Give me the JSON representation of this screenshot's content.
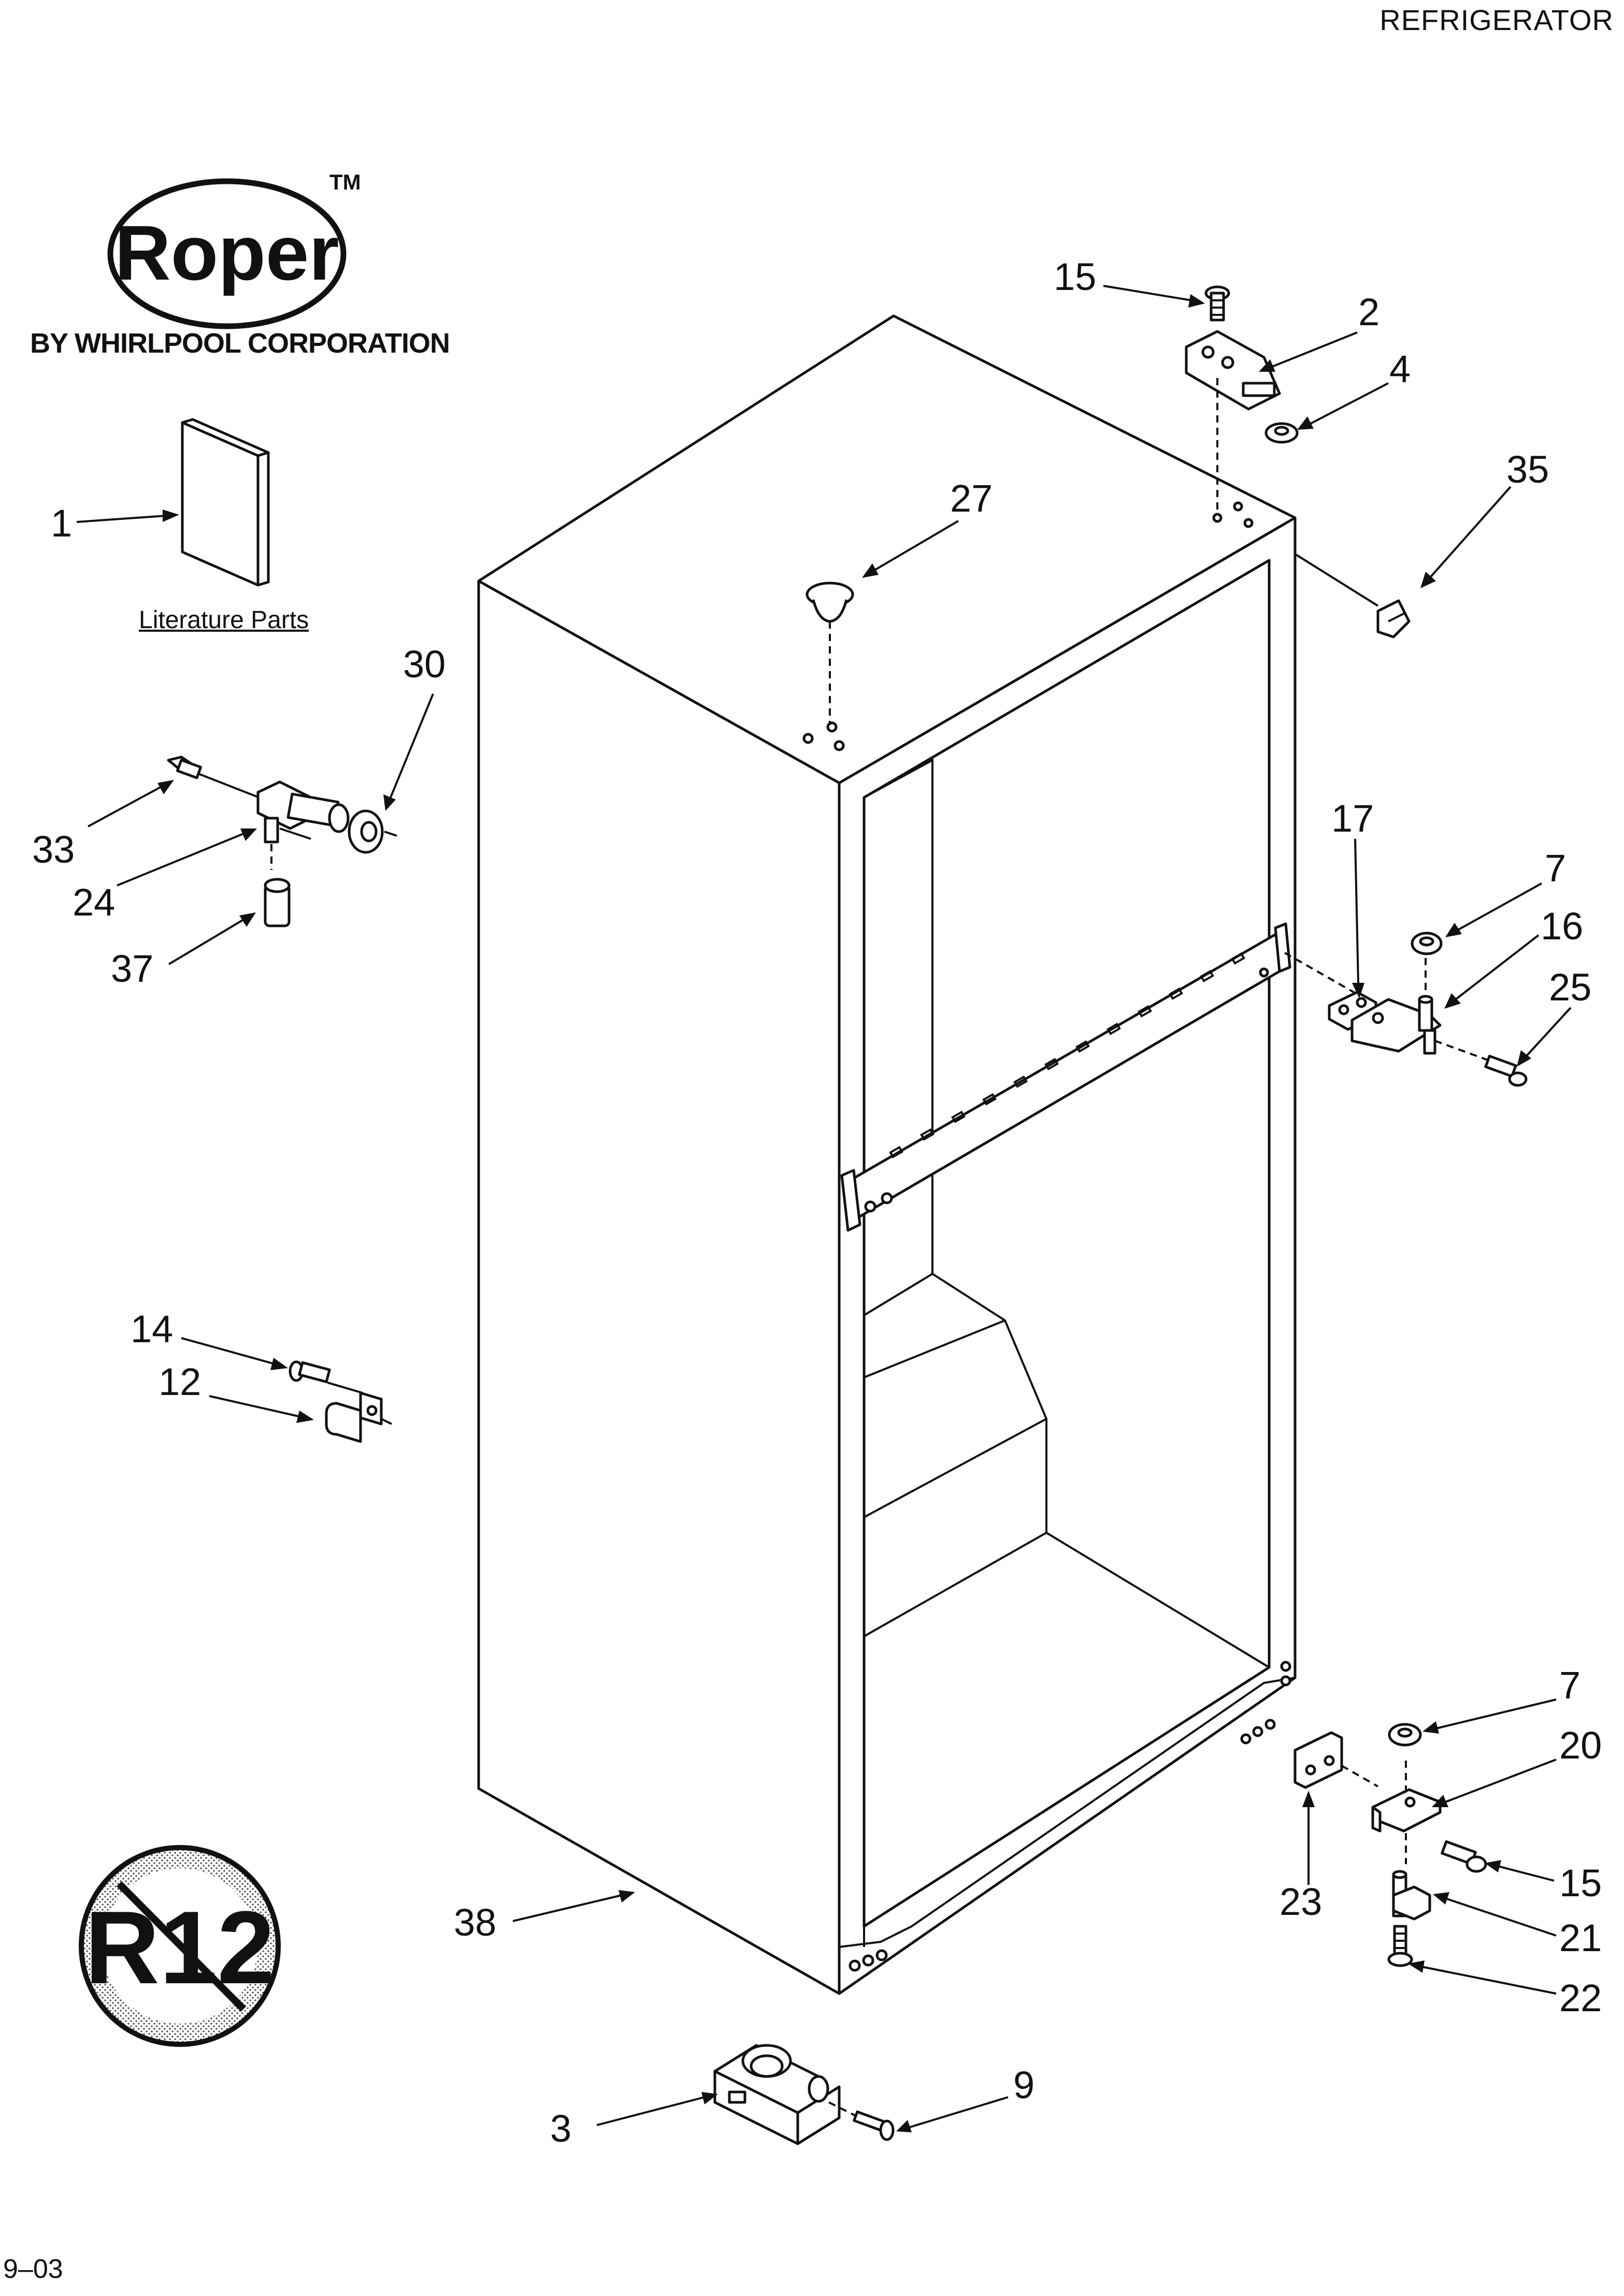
{
  "header": {
    "title": "REFRIGERATOR"
  },
  "brand": {
    "name": "Roper",
    "trademark": "TM",
    "byline": "BY WHIRLPOOL CORPORATION"
  },
  "literature": {
    "label": "Literature Parts"
  },
  "badge": {
    "text": "R12"
  },
  "footer": {
    "date_code": "9–03"
  },
  "callouts": {
    "c1": "1",
    "c2": "2",
    "c3": "3",
    "c4": "4",
    "c7a": "7",
    "c7b": "7",
    "c9": "9",
    "c12": "12",
    "c14": "14",
    "c15a": "15",
    "c15b": "15",
    "c16": "16",
    "c17": "17",
    "c20": "20",
    "c21": "21",
    "c22": "22",
    "c23": "23",
    "c24": "24",
    "c25": "25",
    "c27": "27",
    "c30": "30",
    "c33": "33",
    "c35": "35",
    "c37": "37",
    "c38": "38"
  }
}
